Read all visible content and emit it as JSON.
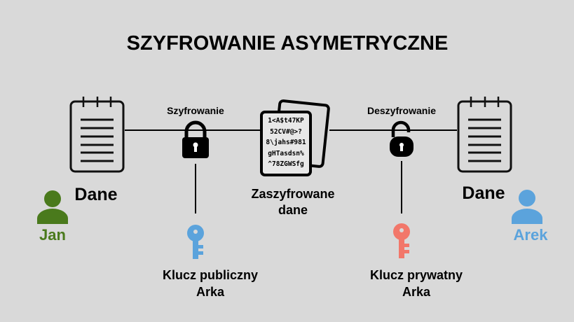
{
  "title": "SZYFROWANIE ASYMETRYCZNE",
  "left": {
    "data_label": "Dane",
    "person": "Jan",
    "person_color": "#4a7a1c"
  },
  "right": {
    "data_label": "Dane",
    "person": "Arek",
    "person_color": "#5ba3dc"
  },
  "encrypt": {
    "label": "Szyfrowanie",
    "key_line1": "Klucz publiczny",
    "key_line2": "Arka",
    "key_color": "#5ba3dc"
  },
  "decrypt": {
    "label": "Deszyfrowanie",
    "key_line1": "Klucz prywatny",
    "key_line2": "Arka",
    "key_color": "#f2776a"
  },
  "ciphertext": {
    "label_line1": "Zaszyfrowane",
    "label_line2": "dane",
    "lines": [
      "1<A$t47KP",
      "52CV#@>?",
      "8\\jahs#981",
      "gHTasdsn%",
      "^78ZGWSfg"
    ]
  }
}
